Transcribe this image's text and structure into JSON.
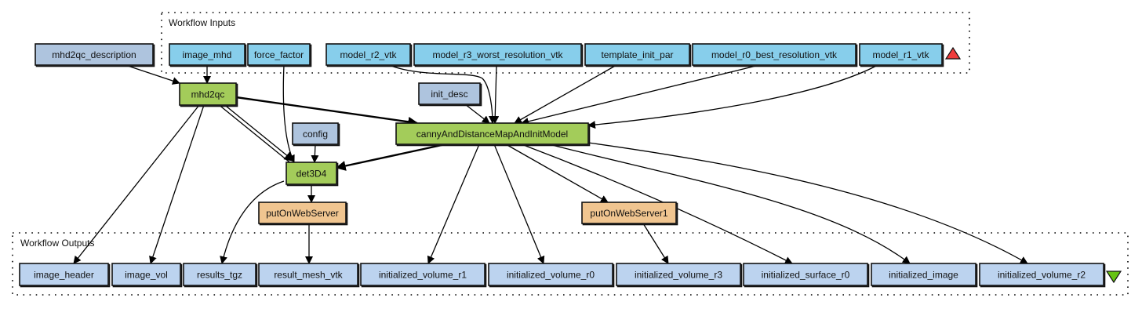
{
  "title": "Workflow diagram",
  "colors": {
    "input": "#87ceeb",
    "processor": "#a3cc5a",
    "constant": "#aec4de",
    "web_service": "#f0c590",
    "output": "#bcd3ef",
    "input_marker": "#f03c3c",
    "output_marker": "#66c312",
    "edge": "#000000"
  },
  "clusters": {
    "inputs": {
      "label": "Workflow Inputs"
    },
    "outputs": {
      "label": "Workflow Outputs"
    }
  },
  "nodes": [
    {
      "id": "mhd2qc_description",
      "label": "mhd2qc_description",
      "kind": "constant"
    },
    {
      "id": "image_mhd",
      "label": "image_mhd",
      "kind": "input"
    },
    {
      "id": "force_factor",
      "label": "force_factor",
      "kind": "input"
    },
    {
      "id": "model_r2_vtk",
      "label": "model_r2_vtk",
      "kind": "input"
    },
    {
      "id": "model_r3_worst_resolution_vtk",
      "label": "model_r3_worst_resolution_vtk",
      "kind": "input"
    },
    {
      "id": "template_init_par",
      "label": "template_init_par",
      "kind": "input"
    },
    {
      "id": "model_r0_best_resolution_vtk",
      "label": "model_r0_best_resolution_vtk",
      "kind": "input"
    },
    {
      "id": "model_r1_vtk",
      "label": "model_r1_vtk",
      "kind": "input"
    },
    {
      "id": "mhd2qc",
      "label": "mhd2qc",
      "kind": "processor"
    },
    {
      "id": "init_desc",
      "label": "init_desc",
      "kind": "constant"
    },
    {
      "id": "config",
      "label": "config",
      "kind": "constant"
    },
    {
      "id": "cannyAndDistanceMapAndInitModel",
      "label": "cannyAndDistanceMapAndInitModel",
      "kind": "processor"
    },
    {
      "id": "det3D4",
      "label": "det3D4",
      "kind": "processor"
    },
    {
      "id": "putOnWebServer",
      "label": "putOnWebServer",
      "kind": "web_service"
    },
    {
      "id": "putOnWebServer1",
      "label": "putOnWebServer1",
      "kind": "web_service"
    },
    {
      "id": "image_header",
      "label": "image_header",
      "kind": "output"
    },
    {
      "id": "image_vol",
      "label": "image_vol",
      "kind": "output"
    },
    {
      "id": "results_tgz",
      "label": "results_tgz",
      "kind": "output"
    },
    {
      "id": "result_mesh_vtk",
      "label": "result_mesh_vtk",
      "kind": "output"
    },
    {
      "id": "initialized_volume_r1",
      "label": "initialized_volume_r1",
      "kind": "output"
    },
    {
      "id": "initialized_volume_r0",
      "label": "initialized_volume_r0",
      "kind": "output"
    },
    {
      "id": "initialized_volume_r3",
      "label": "initialized_volume_r3",
      "kind": "output"
    },
    {
      "id": "initialized_surface_r0",
      "label": "initialized_surface_r0",
      "kind": "output"
    },
    {
      "id": "initialized_image",
      "label": "initialized_image",
      "kind": "output"
    },
    {
      "id": "initialized_volume_r2",
      "label": "initialized_volume_r2",
      "kind": "output"
    }
  ],
  "edges": [
    {
      "from": "mhd2qc_description",
      "to": "mhd2qc"
    },
    {
      "from": "image_mhd",
      "to": "mhd2qc"
    },
    {
      "from": "force_factor",
      "to": "det3D4"
    },
    {
      "from": "model_r2_vtk",
      "to": "cannyAndDistanceMapAndInitModel"
    },
    {
      "from": "model_r3_worst_resolution_vtk",
      "to": "cannyAndDistanceMapAndInitModel"
    },
    {
      "from": "template_init_par",
      "to": "cannyAndDistanceMapAndInitModel"
    },
    {
      "from": "model_r0_best_resolution_vtk",
      "to": "cannyAndDistanceMapAndInitModel"
    },
    {
      "from": "model_r1_vtk",
      "to": "cannyAndDistanceMapAndInitModel"
    },
    {
      "from": "init_desc",
      "to": "cannyAndDistanceMapAndInitModel"
    },
    {
      "from": "mhd2qc",
      "to": "cannyAndDistanceMapAndInitModel",
      "weight": "thick"
    },
    {
      "from": "mhd2qc",
      "to": "det3D4",
      "weight": "double"
    },
    {
      "from": "mhd2qc",
      "to": "image_header"
    },
    {
      "from": "mhd2qc",
      "to": "image_vol"
    },
    {
      "from": "config",
      "to": "det3D4"
    },
    {
      "from": "cannyAndDistanceMapAndInitModel",
      "to": "det3D4",
      "weight": "thick"
    },
    {
      "from": "cannyAndDistanceMapAndInitModel",
      "to": "putOnWebServer1"
    },
    {
      "from": "cannyAndDistanceMapAndInitModel",
      "to": "initialized_volume_r1"
    },
    {
      "from": "cannyAndDistanceMapAndInitModel",
      "to": "initialized_volume_r0"
    },
    {
      "from": "cannyAndDistanceMapAndInitModel",
      "to": "initialized_surface_r0"
    },
    {
      "from": "cannyAndDistanceMapAndInitModel",
      "to": "initialized_image"
    },
    {
      "from": "cannyAndDistanceMapAndInitModel",
      "to": "initialized_volume_r2"
    },
    {
      "from": "det3D4",
      "to": "putOnWebServer"
    },
    {
      "from": "det3D4",
      "to": "results_tgz"
    },
    {
      "from": "putOnWebServer",
      "to": "result_mesh_vtk"
    },
    {
      "from": "putOnWebServer1",
      "to": "initialized_volume_r3"
    }
  ],
  "markers": {
    "inputs": {
      "icon": "triangle-up-icon"
    },
    "outputs": {
      "icon": "triangle-down-icon"
    }
  }
}
